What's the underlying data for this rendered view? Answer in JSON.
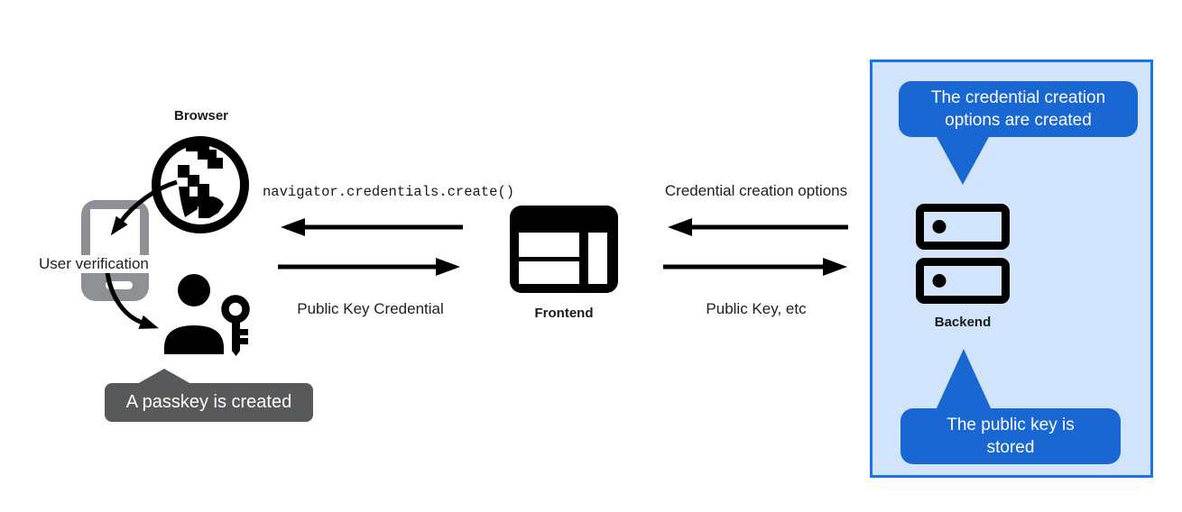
{
  "nodes": {
    "browser": {
      "label": "Browser"
    },
    "user_verification": {
      "label": "User verification"
    },
    "frontend": {
      "label": "Frontend"
    },
    "backend": {
      "label": "Backend"
    }
  },
  "messages": {
    "create_call": "navigator.credentials.create()",
    "public_key_credential": "Public Key Credential",
    "credential_creation_options": "Credential creation options",
    "public_key_etc": "Public Key, etc"
  },
  "callouts": {
    "passkey_created": "A passkey is created",
    "options_created": "The credential creation options are created",
    "public_key_stored": "The public key is stored"
  },
  "colors": {
    "bubble_blue": "#1967D2",
    "panel_fill": "#D2E3FC",
    "panel_border": "#1A73E8",
    "tooltip_gray": "#58595B",
    "phone_gray": "#8D9095",
    "ink": "#000000"
  }
}
